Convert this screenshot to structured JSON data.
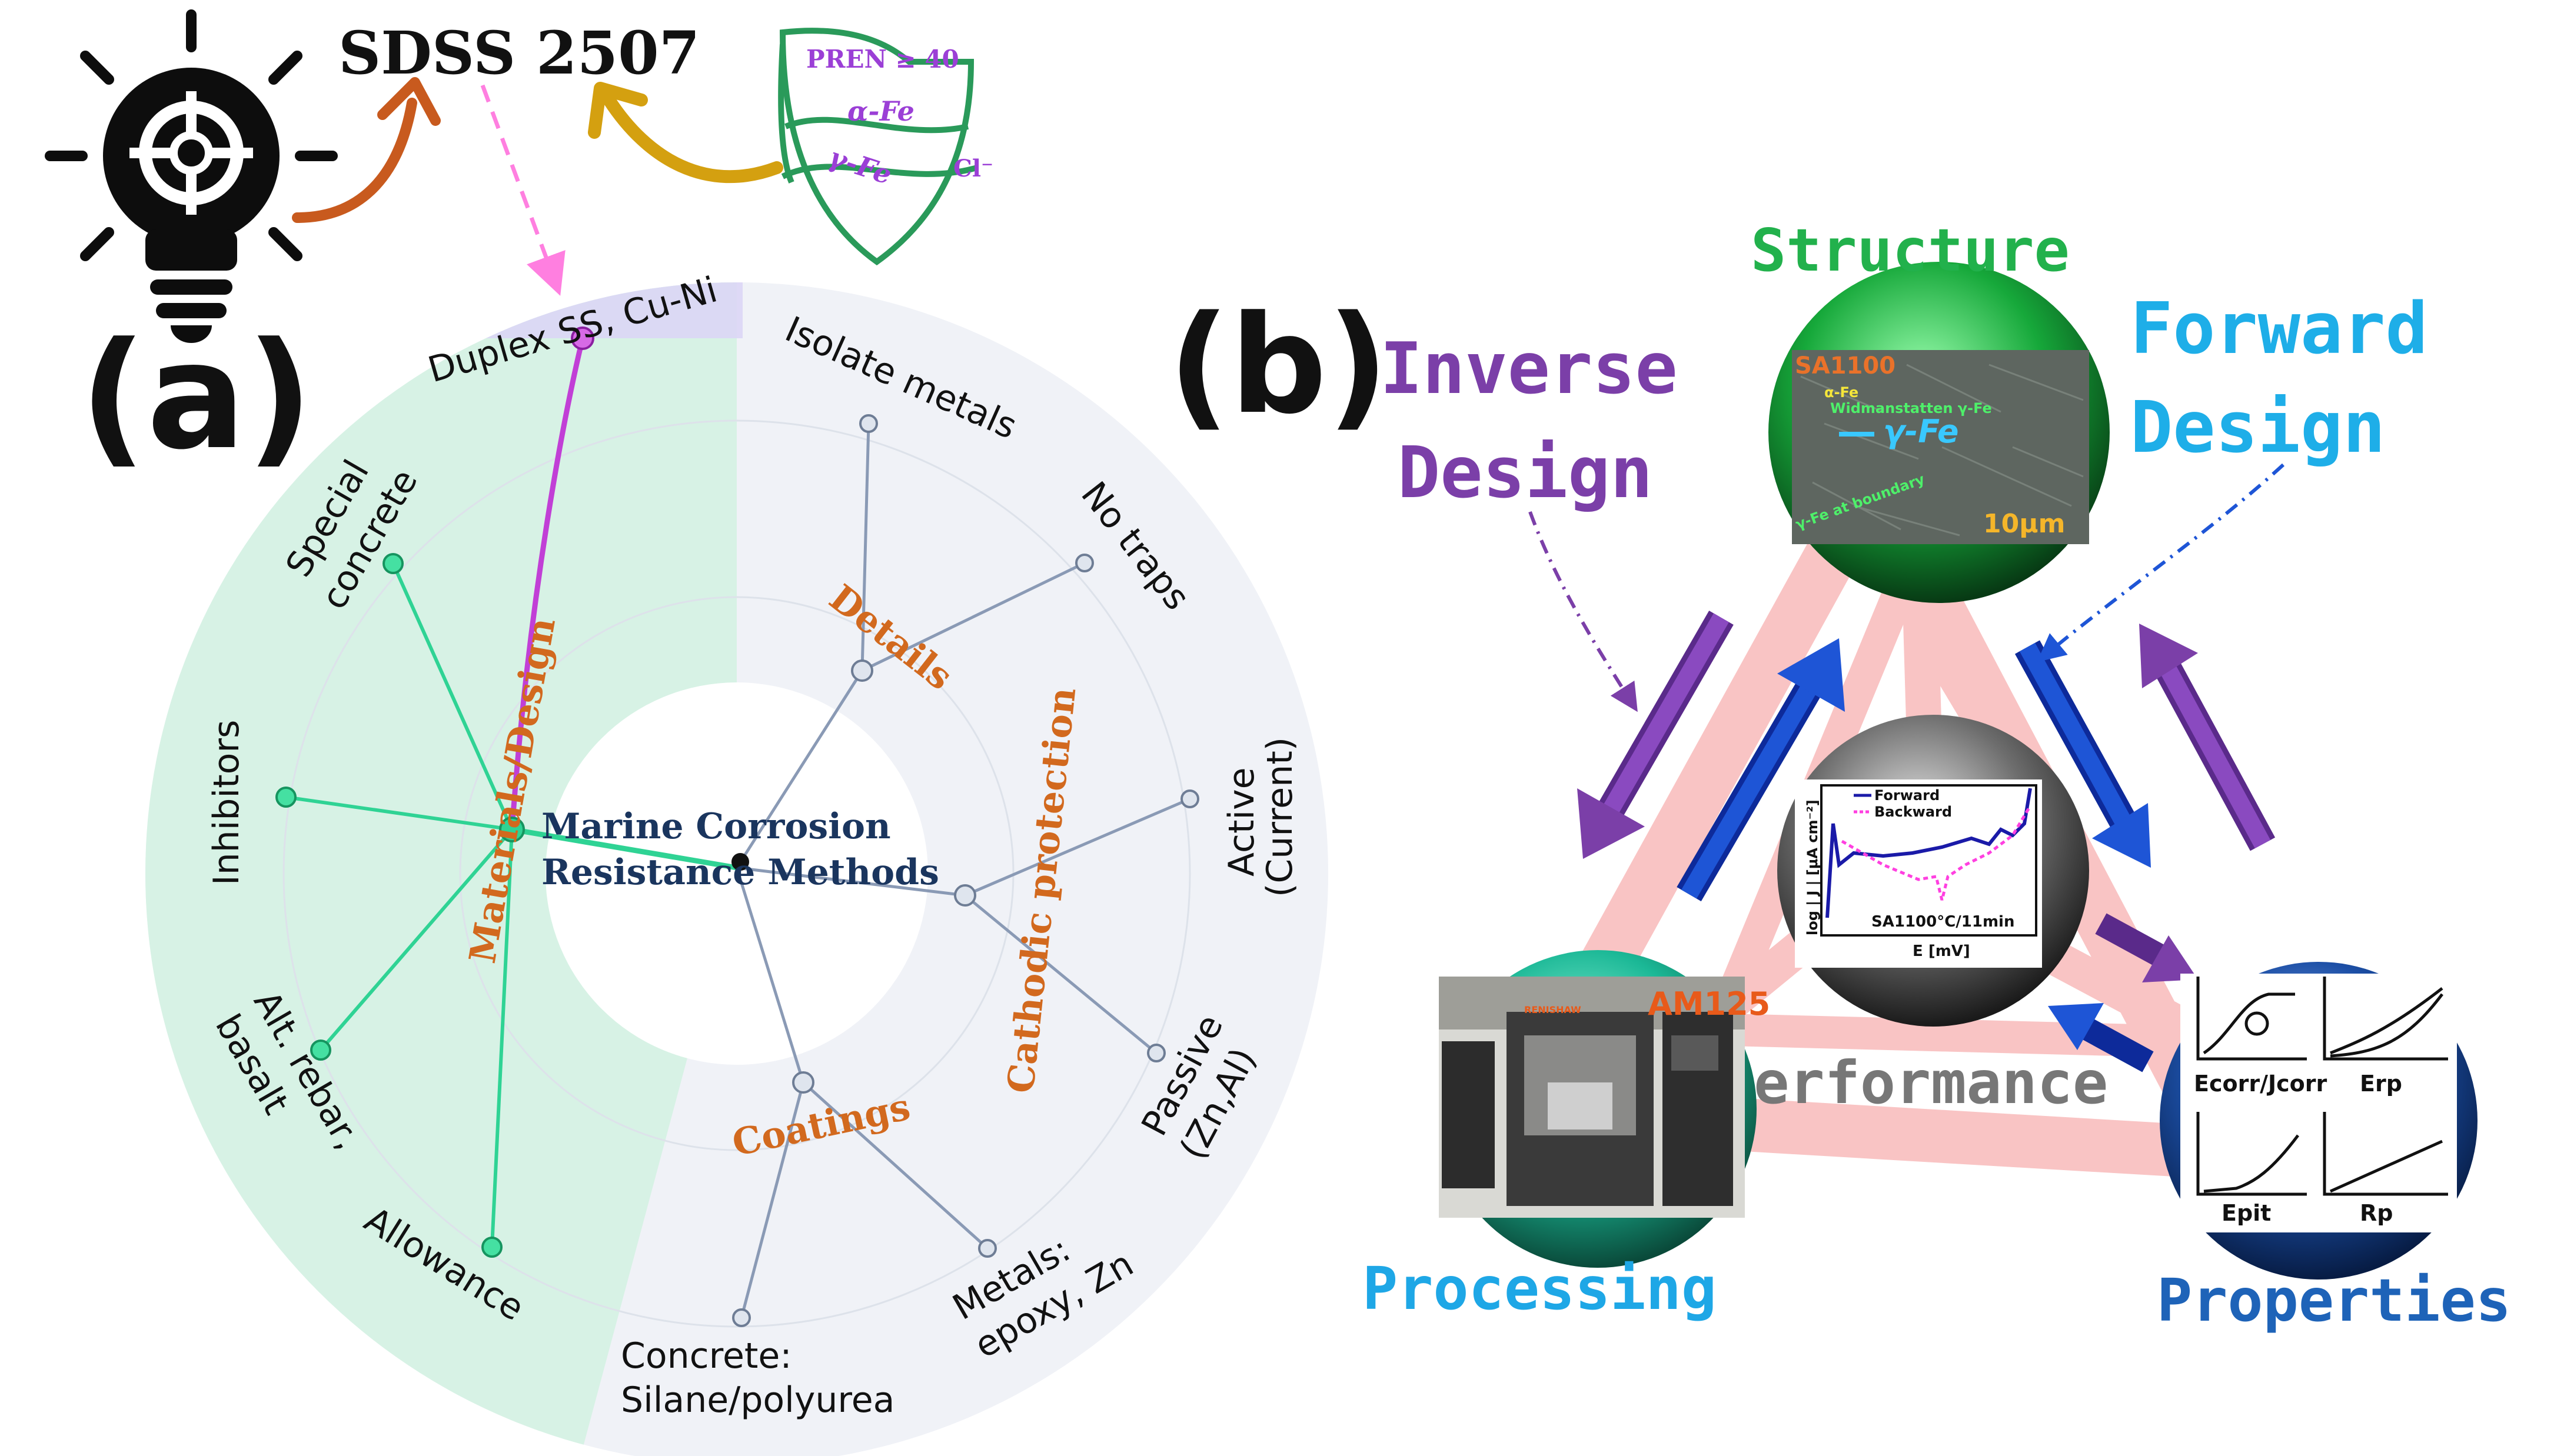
{
  "panel_a": {
    "label": "(a)",
    "top": {
      "sdss_label": "SDSS 2507",
      "badge_pren": "PREN ≥ 40",
      "badge_alpha": "α-Fe",
      "badge_gamma": "γ-Fe",
      "badge_cl": "Cl⁻",
      "icon": "lightbulb-target-icon"
    },
    "center": {
      "line1": "Marine Corrosion",
      "line2": "Resistance Methods"
    },
    "categories": {
      "materials": "Materials/Design",
      "details": "Details",
      "cathodic": "Cathodic protection",
      "coatings": "Coatings"
    },
    "leaves": {
      "duplex": "Duplex SS, Cu-Ni",
      "special_1": "Special",
      "special_2": "concrete",
      "inhibitors": "Inhibitors",
      "rebar_1": "Alt. rebar,",
      "rebar_2": "basalt",
      "allowance": "Allowance",
      "isolate": "Isolate metals",
      "notraps": "No traps",
      "active_1": "Active",
      "active_2": "(Current)",
      "passive_1": "Passive",
      "passive_2": "(Zn,Al)",
      "metals_1": "Metals:",
      "metals_2": "epoxy, Zn",
      "concrete_1": "Concrete:",
      "concrete_2": "Silane/polyurea"
    },
    "colors": {
      "materials_link": "#2fd394",
      "highlight_link": "#c13fd6",
      "other_link": "#8a9ab5",
      "category_text": "#d2691e",
      "center_text": "#1a355e"
    }
  },
  "panel_b": {
    "label": "(b)",
    "structure": "Structure",
    "processing": "Processing",
    "properties": "Properties",
    "performance": "Performance",
    "inverse_1": "Inverse",
    "inverse_2": "Design",
    "forward_1": "Forward",
    "forward_2": "Design",
    "micrograph": {
      "sample": "SA1100",
      "alpha": "α-Fe",
      "widman": "Widmanstatten γ-Fe",
      "gamma": "γ-Fe",
      "boundary": "γ-Fe at boundary",
      "scale": "10μm"
    },
    "machine": {
      "model": "AM125",
      "brand": "RENISHAW"
    },
    "plot": {
      "legend_forward": "Forward",
      "legend_backward": "Backward",
      "condition": "SA1100°C/11min",
      "ylabel": "log | J | [μA cm⁻²]",
      "xlabel": "E [mV]"
    },
    "mini_plots": {
      "ecorr": "Ecorr/Jcorr",
      "erp": "Erp",
      "epit": "Epit",
      "rp": "Rp"
    },
    "colors": {
      "structure": "#22b14c",
      "processing": "#1ea7e6",
      "properties": "#1e63b8",
      "inverse": "#7b3fa8",
      "forward": "#1eaee8",
      "triangle": "#f9c4c4"
    }
  }
}
